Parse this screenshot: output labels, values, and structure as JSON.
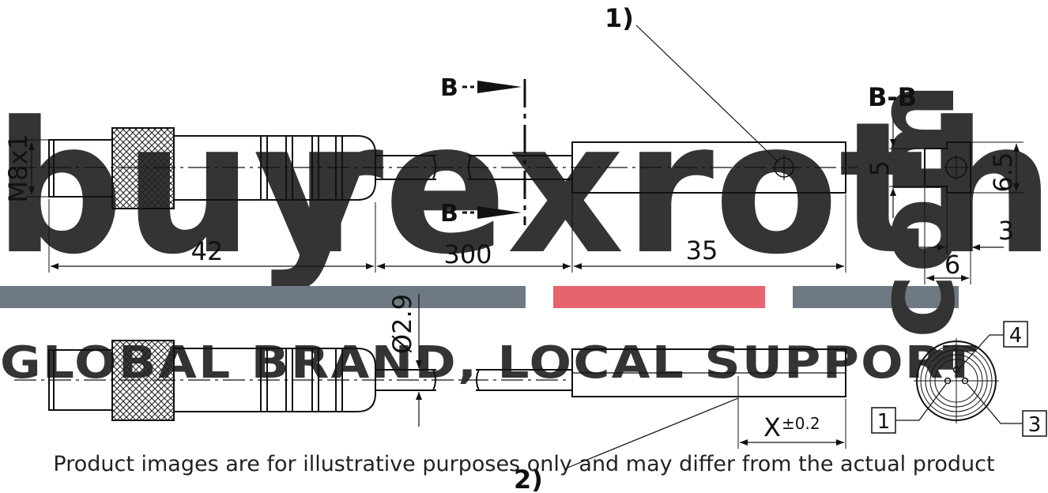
{
  "watermark": {
    "brand_part1": "buy",
    "brand_part2": "rexroth",
    "tld": ".com",
    "tagline": "GLOBAL BRAND, LOCAL SUPPORT",
    "color_red": "#e24a55",
    "color_gray": "#4d5a6a"
  },
  "notes": {
    "note1": "1)",
    "note2": "2)"
  },
  "section": {
    "marker": "B",
    "title": "B-B"
  },
  "dimensions": {
    "thread": "M8x1",
    "connector_length": "42",
    "cable_length": "300",
    "sensor_length": "35",
    "height": "5",
    "width": "6.5",
    "slot": "3",
    "slot_width": "6",
    "cable_diameter": "Ø2.9",
    "x_base": "X",
    "x_tolerance": "±0.2"
  },
  "pins": [
    "1",
    "3",
    "4"
  ],
  "footer": "Product images are for illustrative purposes only and may differ from the actual product"
}
